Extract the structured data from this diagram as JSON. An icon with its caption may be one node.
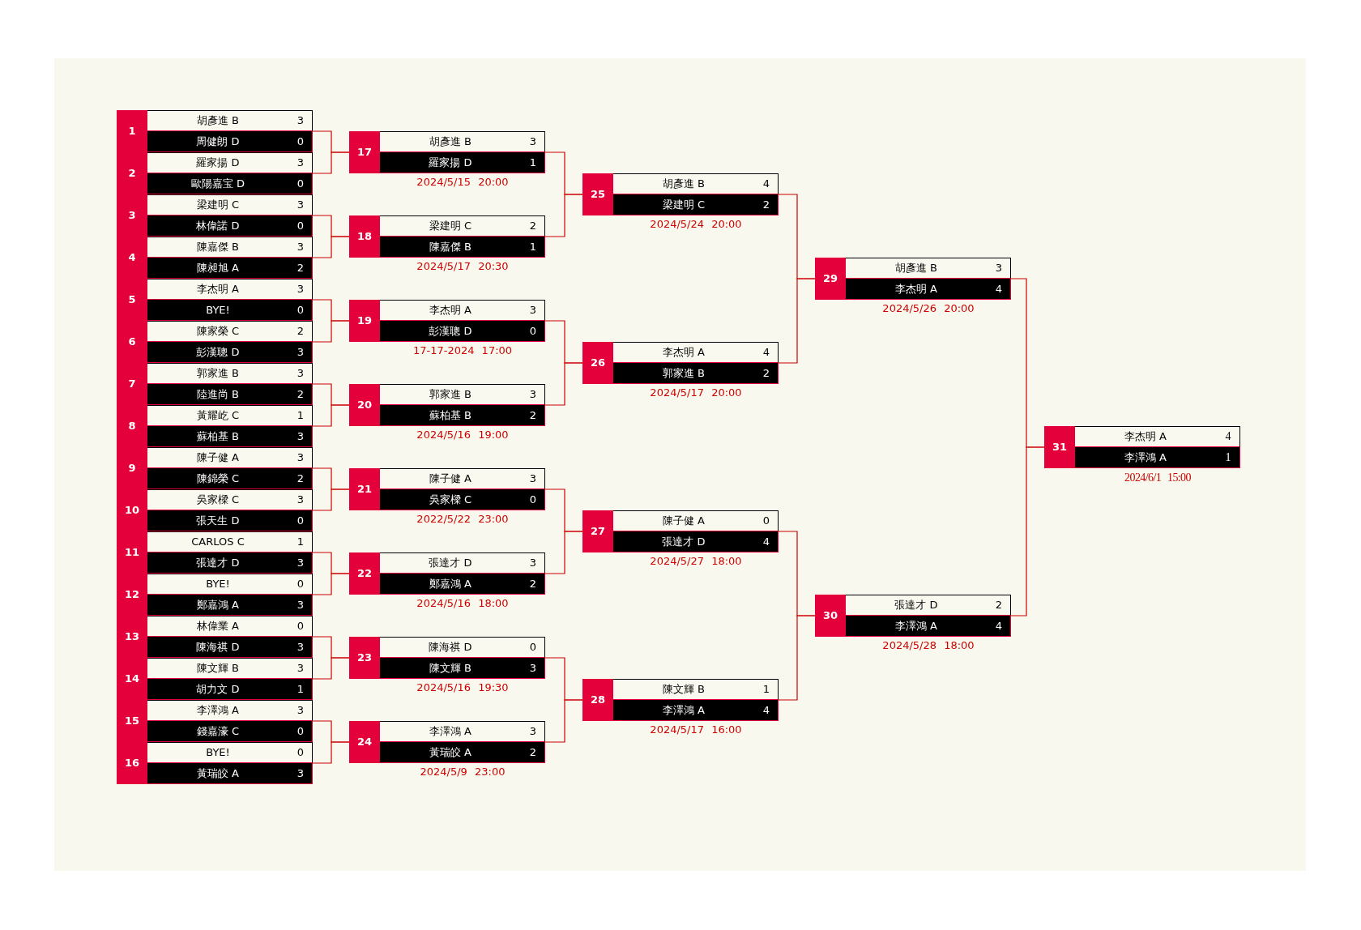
{
  "diagram": {
    "nodes": [
      {
        "text": [
          "1"
        ]
      },
      {
        "text": [
          "胡彥進 B",
          "3"
        ],
        "in": 0
      },
      {
        "text": [
          "周健朗 D",
          "0"
        ],
        "in": 0
      },
      {
        "text": [
          "2"
        ]
      },
      {
        "text": [
          "羅家揚 D",
          "3"
        ],
        "in": 3
      },
      {
        "text": [
          "歐陽嘉宝 D",
          "0"
        ],
        "in": 3
      },
      {
        "text": [
          "3"
        ]
      },
      {
        "text": [
          "梁建明 C",
          "3"
        ],
        "in": 6
      },
      {
        "text": [
          "林偉諾 D",
          "0"
        ],
        "in": 6
      },
      {
        "text": [
          "4"
        ]
      },
      {
        "text": [
          "陳嘉傑 B",
          "3"
        ],
        "in": 9
      },
      {
        "text": [
          "陳昶旭 A",
          "2"
        ],
        "in": 9
      },
      {
        "text": [
          "5"
        ]
      },
      {
        "text": [
          "李杰明 A",
          "3"
        ],
        "in": 12
      },
      {
        "text": [
          "BYE!",
          "0"
        ],
        "in": 12
      },
      {
        "text": [
          "6"
        ]
      },
      {
        "text": [
          "陳家榮 C",
          "2"
        ],
        "in": 15
      },
      {
        "text": [
          "彭漢聰 D",
          "3"
        ],
        "in": 15
      },
      {
        "text": [
          "7"
        ]
      },
      {
        "text": [
          "郭家進 B",
          "3"
        ],
        "in": 18
      },
      {
        "text": [
          "陸進尚 B",
          "2"
        ],
        "in": 18
      },
      {
        "text": [
          "8"
        ]
      },
      {
        "text": [
          "黃耀屹 C",
          "1"
        ],
        "in": 21
      },
      {
        "text": [
          "蘇柏基 B",
          "3"
        ],
        "in": 21
      },
      {
        "text": [
          "9"
        ]
      },
      {
        "text": [
          "陳子健 A",
          "3"
        ],
        "in": 24
      },
      {
        "text": [
          "陳錦榮 C",
          "2"
        ],
        "in": 24
      },
      {
        "text": [
          "10"
        ]
      },
      {
        "text": [
          "吳家樑 C",
          "3"
        ],
        "in": 27
      },
      {
        "text": [
          "張天生 D",
          "0"
        ],
        "in": 27
      },
      {
        "text": [
          "11"
        ]
      },
      {
        "text": [
          "CARLOS C",
          "1"
        ],
        "in": 30
      },
      {
        "text": [
          "張達才 D",
          "3"
        ],
        "in": 30
      },
      {
        "text": [
          "12"
        ]
      },
      {
        "text": [
          "BYE!",
          "0"
        ],
        "in": 33
      },
      {
        "text": [
          "鄭嘉鴻 A",
          "3"
        ],
        "in": 33
      },
      {
        "text": [
          "13"
        ]
      },
      {
        "text": [
          "林偉業 A",
          "0"
        ],
        "in": 36
      },
      {
        "text": [
          "陳海祺 D",
          "3"
        ],
        "in": 36
      },
      {
        "text": [
          "14"
        ]
      },
      {
        "text": [
          "陳文輝 B",
          "3"
        ],
        "in": 39
      },
      {
        "text": [
          "胡力文 D",
          "1"
        ],
        "in": 39
      },
      {
        "text": [
          "15"
        ]
      },
      {
        "text": [
          "李澤鴻 A",
          "3"
        ],
        "in": 42
      },
      {
        "text": [
          "錢嘉濠 C",
          "0"
        ],
        "in": 42
      },
      {
        "text": [
          "16"
        ]
      },
      {
        "text": [
          "BYE!",
          "0"
        ],
        "in": 45
      },
      {
        "text": [
          "黃瑞皎 A",
          "3"
        ],
        "in": 45
      },
      {
        "text": [
          "17"
        ],
        "beside": [
          "2024/5/15 20:00"
        ]
      },
      {
        "text": [
          "胡彥進 B",
          "3"
        ],
        "in": 48
      },
      {
        "text": [
          "羅家揚 D",
          "1"
        ],
        "in": 48
      },
      {
        "text": [
          "18"
        ],
        "beside": [
          "2024/5/17 20:30"
        ]
      },
      {
        "text": [
          "梁建明 C",
          "2"
        ],
        "in": 51
      },
      {
        "text": [
          "陳嘉傑 B",
          "1"
        ],
        "in": 51
      },
      {
        "text": [
          "19"
        ],
        "beside": [
          "17-17-2024 17:00"
        ]
      },
      {
        "text": [
          "李杰明 A",
          "3"
        ],
        "in": 54
      },
      {
        "text": [
          "彭漢聰 D",
          "0"
        ],
        "in": 54
      },
      {
        "text": [
          "20"
        ],
        "beside": [
          "2024/5/16 19:00"
        ]
      },
      {
        "text": [
          "郭家進 B",
          "3"
        ],
        "in": 57
      },
      {
        "text": [
          "蘇柏基 B",
          "2"
        ],
        "in": 57
      },
      {
        "text": [
          "21"
        ],
        "beside": [
          "2022/5/22 23:00"
        ]
      },
      {
        "text": [
          "陳子健 A",
          "3"
        ],
        "in": 60
      },
      {
        "text": [
          "吳家樑 C",
          "0"
        ],
        "in": 60
      },
      {
        "text": [
          "22"
        ],
        "beside": [
          "2024/5/16 18:00"
        ]
      },
      {
        "text": [
          "張達才 D",
          "3"
        ],
        "in": 63
      },
      {
        "text": [
          "鄭嘉鴻 A",
          "2"
        ],
        "in": 63
      },
      {
        "text": [
          "23"
        ],
        "beside": [
          "2024/5/16 19:30"
        ]
      },
      {
        "text": [
          "陳海祺 D",
          "0"
        ],
        "in": 66
      },
      {
        "text": [
          "陳文輝 B",
          "3"
        ],
        "in": 66
      },
      {
        "text": [
          "24"
        ],
        "beside": [
          "2024/5/9 23:00"
        ]
      },
      {
        "text": [
          "李澤鴻 A",
          "3"
        ],
        "in": 69
      },
      {
        "text": [
          "黃瑞皎 A",
          "2"
        ],
        "in": 69
      },
      {
        "text": [
          "25"
        ],
        "beside": [
          "2024/5/24 20:00"
        ]
      },
      {
        "text": [
          "胡彥進 B",
          "4"
        ],
        "in": 72
      },
      {
        "text": [
          "梁建明 C",
          "2"
        ],
        "in": 72
      },
      {
        "text": [
          "26"
        ],
        "beside": [
          "2024/5/17 20:00"
        ]
      },
      {
        "text": [
          "李杰明 A",
          "4"
        ],
        "in": 75
      },
      {
        "text": [
          "郭家進 B",
          "2"
        ],
        "in": 75
      },
      {
        "text": [
          "27"
        ],
        "beside": [
          "2024/5/27 18:00"
        ]
      },
      {
        "text": [
          "陳子健 A",
          "0"
        ],
        "in": 78
      },
      {
        "text": [
          "張達才 D",
          "4"
        ],
        "in": 78
      },
      {
        "text": [
          "28"
        ],
        "beside": [
          "2024/5/17 16:00"
        ]
      },
      {
        "text": [
          "陳文輝 B",
          "1"
        ],
        "in": 81
      },
      {
        "text": [
          "李澤鴻 A",
          "4"
        ],
        "in": 81
      },
      {
        "text": [
          "29"
        ],
        "beside": [
          "2024/5/26 20:00"
        ]
      },
      {
        "text": [
          "胡彥進 B",
          "3"
        ],
        "in": 84
      },
      {
        "text": [
          "李杰明 A",
          "4"
        ],
        "in": 84
      },
      {
        "text": [
          "30"
        ],
        "beside": [
          "2024/5/28 18:00"
        ]
      },
      {
        "text": [
          "張達才 D",
          "2"
        ],
        "in": 87
      },
      {
        "text": [
          "李澤鴻 A",
          "4"
        ],
        "in": 87
      },
      {
        "text": [
          "31"
        ],
        "beside": [
          "2024/6/1 15:00"
        ]
      },
      {
        "text": [
          "李杰明 A",
          "4"
        ],
        "in": 90
      },
      {
        "text": [
          "李澤鴻 A",
          "1"
        ],
        "in": 90
      }
    ],
    "edges": [
      {
        "from": 0,
        "to": 48,
        "arrow": "none"
      },
      {
        "from": 3,
        "to": 48,
        "arrow": "none"
      },
      {
        "from": 6,
        "to": 51,
        "arrow": "none"
      },
      {
        "from": 9,
        "to": 51,
        "arrow": "none"
      },
      {
        "from": 12,
        "to": 54,
        "arrow": "none"
      },
      {
        "from": 15,
        "to": 54,
        "arrow": "none"
      },
      {
        "from": 18,
        "to": 57,
        "arrow": "none"
      },
      {
        "from": 21,
        "to": 57,
        "arrow": "none"
      },
      {
        "from": 24,
        "to": 60,
        "arrow": "none"
      },
      {
        "from": 27,
        "to": 60,
        "arrow": "none"
      },
      {
        "from": 30,
        "to": 63,
        "arrow": "none"
      },
      {
        "from": 33,
        "to": 63,
        "arrow": "none"
      },
      {
        "from": 36,
        "to": 66,
        "arrow": "none"
      },
      {
        "from": 39,
        "to": 66,
        "arrow": "none"
      },
      {
        "from": 42,
        "to": 69,
        "arrow": "none"
      },
      {
        "from": 45,
        "to": 69,
        "arrow": "none"
      },
      {
        "from": 48,
        "to": 72,
        "arrow": "none"
      },
      {
        "from": 51,
        "to": 72,
        "arrow": "none"
      },
      {
        "from": 54,
        "to": 75,
        "arrow": "none"
      },
      {
        "from": 57,
        "to": 75,
        "arrow": "none"
      },
      {
        "from": 60,
        "to": 78,
        "arrow": "none"
      },
      {
        "from": 63,
        "to": 78,
        "arrow": "none"
      },
      {
        "from": 66,
        "to": 81,
        "arrow": "none"
      },
      {
        "from": 69,
        "to": 81,
        "arrow": "none"
      },
      {
        "from": 72,
        "to": 84,
        "arrow": "none"
      },
      {
        "from": 75,
        "to": 84,
        "arrow": "none"
      },
      {
        "from": 78,
        "to": 87,
        "arrow": "none"
      },
      {
        "from": 81,
        "to": 87,
        "arrow": "none"
      },
      {
        "from": 84,
        "to": 90,
        "arrow": "none"
      },
      {
        "from": 87,
        "to": 90,
        "arrow": "none"
      }
    ]
  }
}
